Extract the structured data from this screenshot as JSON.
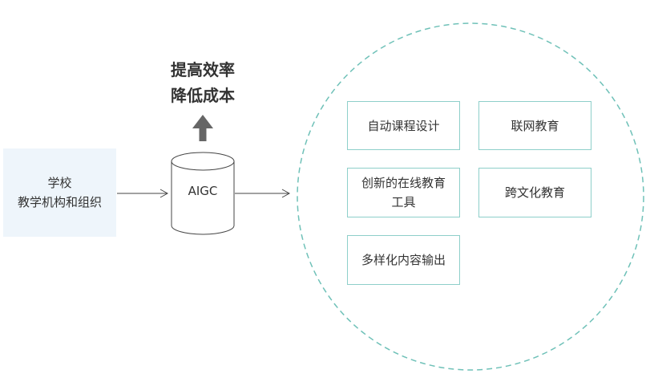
{
  "source": {
    "line1": "学校",
    "line2": "教学机构和组织"
  },
  "goal": {
    "line1": "提高效率",
    "line2": "降低成本"
  },
  "center": {
    "label": "AIGC"
  },
  "outputs": {
    "course_design": "自动课程设计",
    "online_education": "联网教育",
    "innovative_tools_line1": "创新的在线教育",
    "innovative_tools_line2": "工具",
    "cross_culture": "跨文化教育",
    "diverse_content": "多样化内容输出"
  },
  "colors": {
    "circle_dash": "#6fc1b8",
    "box_border": "#8ecfca",
    "source_bg": "#eef5fb",
    "arrow": "#666666"
  }
}
